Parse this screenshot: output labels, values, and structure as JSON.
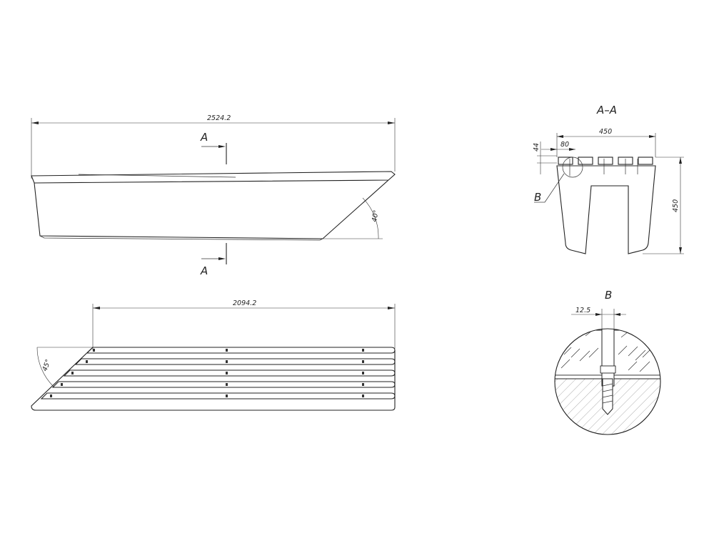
{
  "side_view": {
    "overall_length": "2524.2",
    "section_mark": "A",
    "angle": "40°"
  },
  "top_view": {
    "length": "2094.2",
    "angle": "45°"
  },
  "section_aa": {
    "title": "A–A",
    "width": "450",
    "height": "450",
    "slat_thickness": "44",
    "slat_offset": "80",
    "detail_callout": "B"
  },
  "detail_b": {
    "title": "B",
    "bolt_dim": "12.5"
  }
}
